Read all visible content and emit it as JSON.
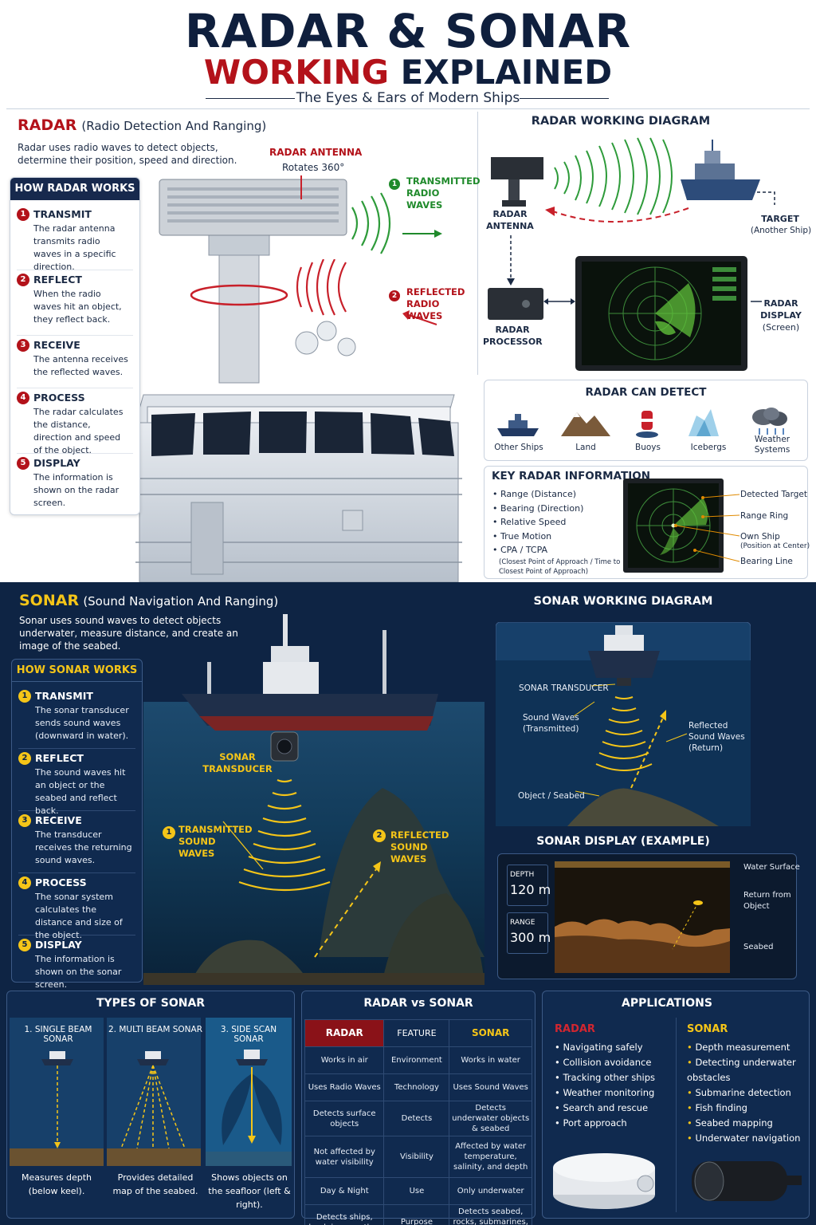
{
  "header": {
    "title_line1": "RADAR & SONAR",
    "title_line2_red": "WORKING",
    "title_line2_rest": " EXPLAINED",
    "subtitle": "The Eyes & Ears of Modern Ships"
  },
  "radar": {
    "title": "RADAR",
    "title_full": "(Radio Detection And Ranging)",
    "intro": "Radar uses radio waves to detect objects, determine their position, speed and direction.",
    "how_title": "HOW RADAR WORKS",
    "steps": [
      {
        "num": "1",
        "title": "TRANSMIT",
        "desc": "The radar antenna transmits radio waves in a specific direction."
      },
      {
        "num": "2",
        "title": "REFLECT",
        "desc": "When the radio waves hit an object, they reflect back."
      },
      {
        "num": "3",
        "title": "RECEIVE",
        "desc": "The antenna receives the reflected waves."
      },
      {
        "num": "4",
        "title": "PROCESS",
        "desc": "The radar calculates the distance, direction and speed of the object."
      },
      {
        "num": "5",
        "title": "DISPLAY",
        "desc": "The information is shown on the radar screen."
      }
    ],
    "antenna_label": "RADAR ANTENNA",
    "antenna_sub": "Rotates 360°",
    "transmitted_num": "1",
    "transmitted": "TRANSMITTED RADIO WAVES",
    "reflected_num": "2",
    "reflected": "REFLECTED RADIO WAVES",
    "diagram": {
      "title": "RADAR WORKING DIAGRAM",
      "antenna": "RADAR ANTENNA",
      "target": "TARGET",
      "target_sub": "(Another Ship)",
      "processor": "RADAR PROCESSOR",
      "display": "RADAR DISPLAY",
      "display_sub": "(Screen)"
    },
    "detect": {
      "title": "RADAR CAN DETECT",
      "items": [
        "Other Ships",
        "Land",
        "Buoys",
        "Icebergs",
        "Weather Systems"
      ]
    },
    "key_info": {
      "title": "KEY RADAR INFORMATION",
      "items": [
        "Range (Distance)",
        "Bearing (Direction)",
        "Relative Speed",
        "True Motion",
        "CPA / TCPA"
      ],
      "cpa_note": "(Closest Point of Approach / Time to Closest Point of Approach)",
      "callouts": [
        "Detected Target",
        "Range Ring",
        "Own Ship",
        "(Position at Center)",
        "Bearing Line"
      ]
    }
  },
  "sonar": {
    "title": "SONAR",
    "title_full": "(Sound Navigation And Ranging)",
    "intro": "Sonar uses sound waves to detect objects underwater, measure distance, and create an image of the seabed.",
    "how_title": "HOW SONAR WORKS",
    "steps": [
      {
        "num": "1",
        "title": "TRANSMIT",
        "desc": "The sonar transducer sends sound waves (downward in water)."
      },
      {
        "num": "2",
        "title": "REFLECT",
        "desc": "The sound waves hit an object or the seabed and reflect back."
      },
      {
        "num": "3",
        "title": "RECEIVE",
        "desc": "The transducer receives the returning sound waves."
      },
      {
        "num": "4",
        "title": "PROCESS",
        "desc": "The sonar system calculates the distance and size of the object."
      },
      {
        "num": "5",
        "title": "DISPLAY",
        "desc": "The information is shown on the sonar screen."
      }
    ],
    "transducer": "SONAR TRANSDUCER",
    "transmitted_num": "1",
    "transmitted": "TRANSMITTED SOUND WAVES",
    "reflected_num": "2",
    "reflected": "REFLECTED SOUND WAVES",
    "diagram": {
      "title": "SONAR WORKING DIAGRAM",
      "transducer": "SONAR TRANSDUCER",
      "sound_tx": "Sound Waves (Transmitted)",
      "reflected": "Reflected Sound Waves (Return)",
      "seabed": "Object / Seabed"
    },
    "display": {
      "title": "SONAR DISPLAY (EXAMPLE)",
      "depth_label": "DEPTH",
      "depth_value": "120 m",
      "range_label": "RANGE",
      "range_value": "300 m",
      "water_surface": "Water Surface",
      "return": "Return from Object",
      "seabed": "Seabed"
    }
  },
  "types": {
    "title": "TYPES OF SONAR",
    "items": [
      {
        "name": "1. SINGLE BEAM SONAR",
        "desc": "Measures depth (below keel)."
      },
      {
        "name": "2. MULTI BEAM SONAR",
        "desc": "Provides detailed map of the seabed."
      },
      {
        "name": "3. SIDE SCAN SONAR",
        "desc": "Shows objects on the seafloor (left & right)."
      }
    ]
  },
  "compare": {
    "title": "RADAR vs SONAR",
    "headers": [
      "RADAR",
      "FEATURE",
      "SONAR"
    ],
    "rows": [
      [
        "Works in air",
        "Environment",
        "Works in water"
      ],
      [
        "Uses Radio Waves",
        "Technology",
        "Uses Sound Waves"
      ],
      [
        "Detects surface objects",
        "Detects",
        "Detects underwater objects & seabed"
      ],
      [
        "Not affected by water visibility",
        "Visibility",
        "Affected by water temperature, salinity, and depth"
      ],
      [
        "Day & Night",
        "Use",
        "Only underwater"
      ],
      [
        "Detects ships, land, ice, weather",
        "Purpose",
        "Detects seabed, rocks, submarines, fish, etc."
      ]
    ]
  },
  "applications": {
    "title": "APPLICATIONS",
    "radar_title": "RADAR",
    "radar_items": [
      "Navigating safely",
      "Collision avoidance",
      "Tracking other ships",
      "Weather monitoring",
      "Search and rescue",
      "Port approach"
    ],
    "sonar_title": "SONAR",
    "sonar_items": [
      "Depth measurement",
      "Detecting underwater obstacles",
      "Submarine detection",
      "Fish finding",
      "Seabed mapping",
      "Underwater navigation"
    ]
  },
  "colors": {
    "navy": "#0f1f3d",
    "red": "#b3121a",
    "green": "#1f8a2b",
    "yellow": "#f5c518",
    "sea": "#0e2444"
  }
}
